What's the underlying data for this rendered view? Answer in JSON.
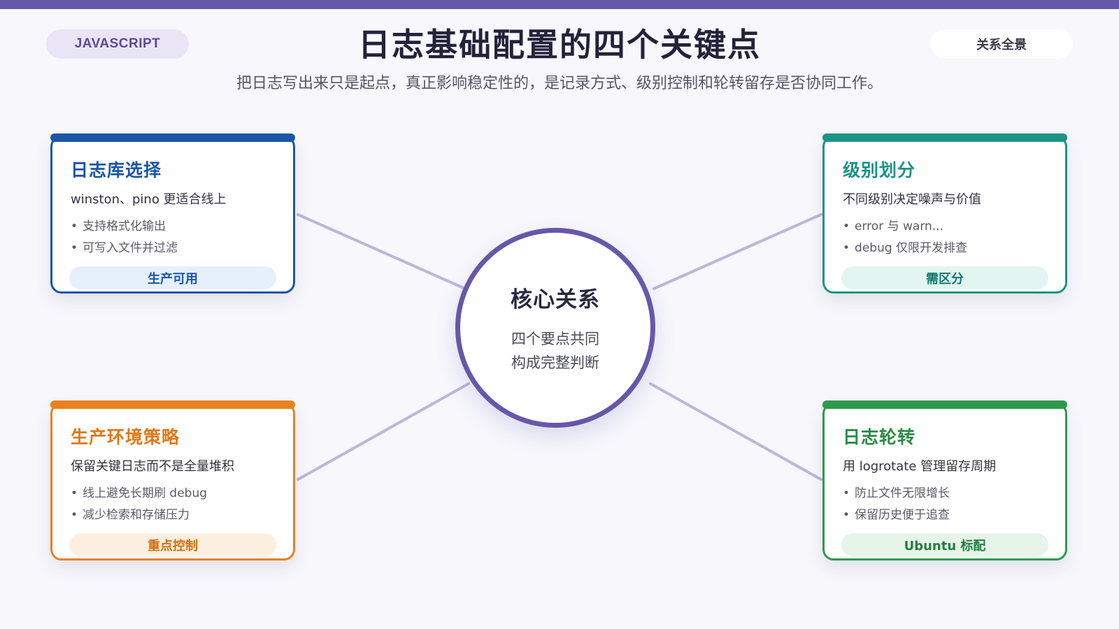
{
  "header": {
    "tag": "JAVASCRIPT",
    "title": "日志基础配置的四个关键点",
    "subtitle": "把日志写出来只是起点，真正影响稳定性的，是记录方式、级别控制和轮转留存是否协同工作。",
    "scope": "关系全景"
  },
  "hub": {
    "title": "核心关系",
    "line1": "四个要点共同",
    "line2": "构成完整判断"
  },
  "colors": {
    "accent": "#6757a8",
    "blue": "#1b56a6",
    "teal": "#1b9485",
    "orange": "#e8821f",
    "green": "#2f9a4e",
    "connector": "#bcb6d9"
  },
  "cards": [
    {
      "title": "日志库选择",
      "desc": "winston、pino 更适合线上",
      "items": [
        "支持格式化输出",
        "可写入文件并过滤"
      ],
      "badge": "生产可用"
    },
    {
      "title": "级别划分",
      "desc": "不同级别决定噪声与价值",
      "items": [
        "error 与 warn...",
        "debug 仅限开发排查"
      ],
      "badge": "需区分"
    },
    {
      "title": "生产环境策略",
      "desc": "保留关键日志而不是全量堆积",
      "items": [
        "线上避免长期刷 debug",
        "减少检索和存储压力"
      ],
      "badge": "重点控制"
    },
    {
      "title": "日志轮转",
      "desc": "用 logrotate 管理留存周期",
      "items": [
        "防止文件无限增长",
        "保留历史便于追查"
      ],
      "badge": "Ubuntu 标配"
    }
  ]
}
